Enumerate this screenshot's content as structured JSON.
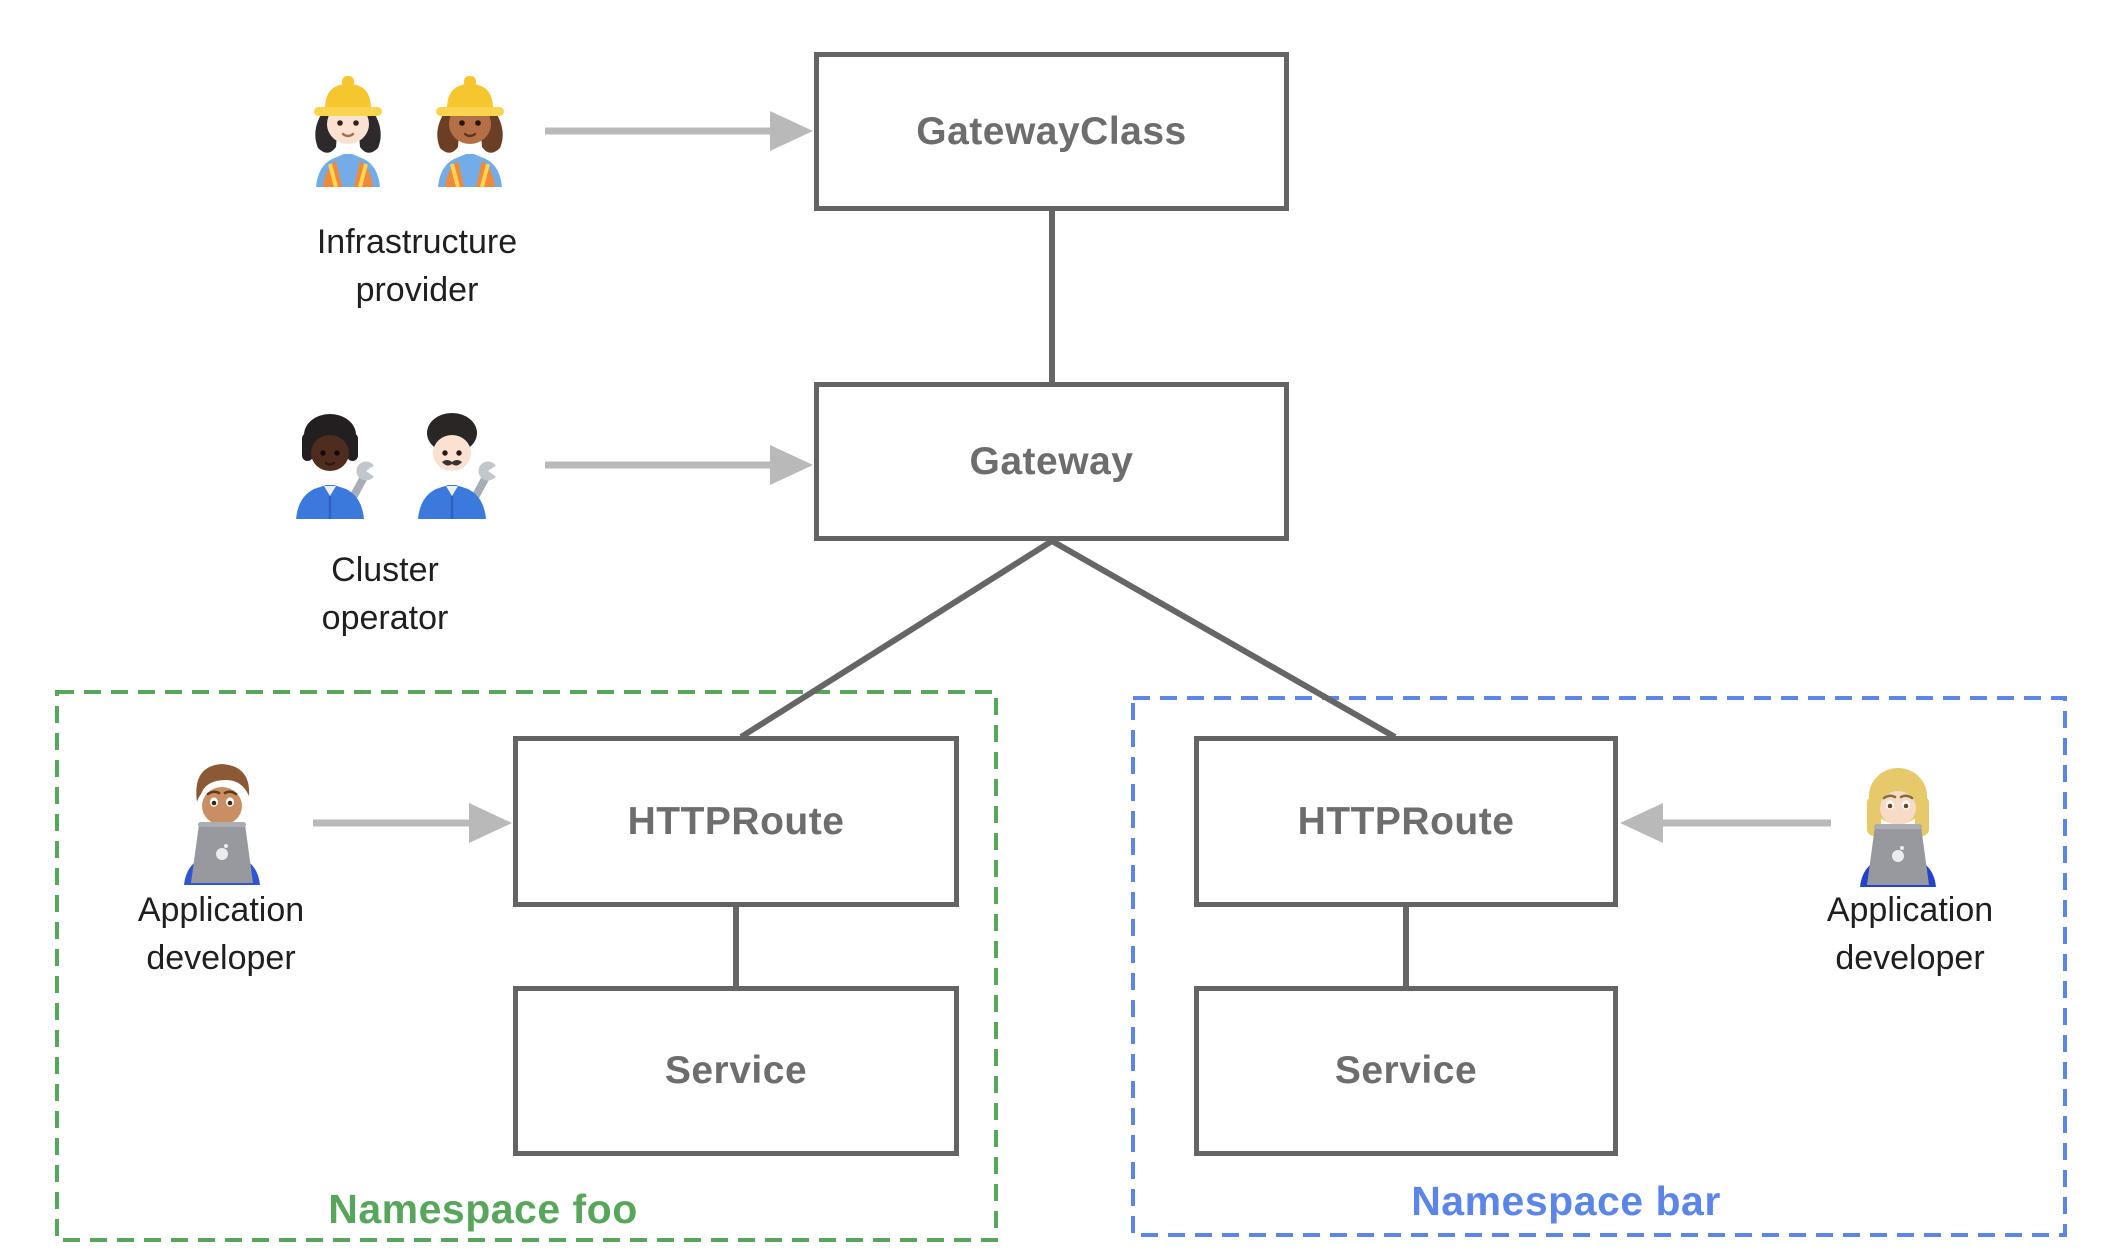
{
  "boxes": {
    "gateway_class": "GatewayClass",
    "gateway": "Gateway",
    "httproute_foo": "HTTPRoute",
    "service_foo": "Service",
    "httproute_bar": "HTTPRoute",
    "service_bar": "Service"
  },
  "personas": {
    "infrastructure_provider": {
      "label": "Infrastructure\nprovider",
      "icons": [
        "woman-construction-worker-light-skin",
        "woman-construction-worker-medium-skin"
      ]
    },
    "cluster_operator": {
      "label": "Cluster\noperator",
      "icons": [
        "mechanic-dark-skin",
        "man-mechanic-light-skin"
      ]
    },
    "application_developer_foo": {
      "label": "Application\ndeveloper",
      "icons": [
        "man-technologist-medium-skin"
      ]
    },
    "application_developer_bar": {
      "label": "Application\ndeveloper",
      "icons": [
        "woman-technologist-light-skin"
      ]
    }
  },
  "namespaces": {
    "foo": {
      "label": "Namespace foo",
      "color": "#58a55c"
    },
    "bar": {
      "label": "Namespace bar",
      "color": "#5b86e8"
    }
  },
  "colors": {
    "box_border": "#646464",
    "box_label": "#6d6d6d",
    "connector_line": "#666666",
    "arrow": "#b9b9b9",
    "persona_label": "#1f1f1f"
  }
}
